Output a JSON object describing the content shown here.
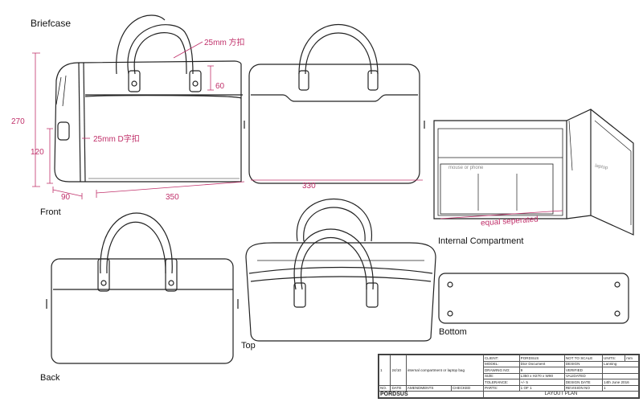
{
  "title": "Briefcase",
  "views": {
    "front": "Front",
    "back": "Back",
    "top": "Top",
    "internal": "Internal Compartment",
    "bottom": "Bottom"
  },
  "dimensions": {
    "height": "270",
    "pocket_height": "120",
    "depth": "90",
    "length": "350",
    "tab_height": "60",
    "top_length": "330",
    "square_buckle": "25mm 方扣",
    "d_ring": "25mm D字扣"
  },
  "internal_labels": {
    "pocket": "mouse or phone",
    "laptop": "laptop",
    "note": "equal seperated"
  },
  "colors": {
    "line": "#222222",
    "dimension": "#c0306a"
  },
  "title_block": {
    "rev_no": "1",
    "rev_date": "24/10",
    "rev_note": "internal compartment or laptop bag",
    "col_no": "NO.",
    "col_date": "DATE",
    "col_amend": "AMENDMENTS",
    "col_checked": "CHECKED",
    "client_label": "CLIENT:",
    "client": "PORDSUS",
    "model_label": "MODEL:",
    "model": "Dior Document",
    "drawing_label": "DRAWING NO:",
    "drawing": "9",
    "size_label": "SIZE:",
    "size": "L350 x H270 x W90",
    "tol_label": "TOLERANCE:",
    "tol": "+/- 5",
    "parts_label": "PARTS:",
    "parts": "1 OF 1",
    "not_to_scale": "NOT TO SCALE",
    "units_label": "UNITS:",
    "units": "mm",
    "design_label": "DESIGN",
    "design": "Lanning",
    "verified_label": "VERIFIED",
    "validated_label": "VALIDATED",
    "date_label": "DESIGN DATE",
    "date": "14th June 2016",
    "revision_label": "REVISION NO",
    "revision": "1",
    "plan": "LAYOUT PLAN",
    "logo": "PORDSUS"
  }
}
